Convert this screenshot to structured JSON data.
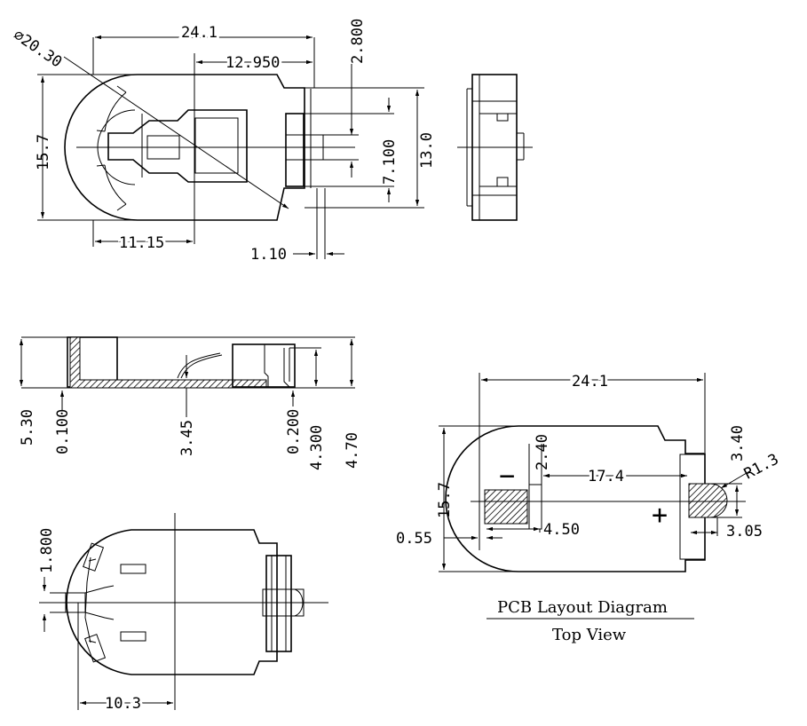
{
  "top_view": {
    "diameter": "⌀20.30",
    "width": "24.1",
    "offset": "12.950",
    "tab": "2.800",
    "height": "15.7",
    "inner": "7.100",
    "body": "13.0",
    "center": "11.15",
    "lead": "1.10"
  },
  "side_view": {
    "h_total": "5.30",
    "base": "0.100",
    "spring": "3.45",
    "clip": "0.200",
    "h_mid": "4.300",
    "h_right": "4.70"
  },
  "bottom_view": {
    "tab_h": "1.800",
    "center": "10.3"
  },
  "pcb_layout": {
    "width": "24.1",
    "height": "15.7",
    "pad_gap": "2.40",
    "span": "17.4",
    "pad_w": "4.50",
    "offset": "0.55",
    "right_h": "3.40",
    "radius": "R1.3",
    "right_w": "3.05",
    "minus": "−",
    "plus": "+",
    "caption": "PCB Layout Diagram",
    "subcaption": "Top View"
  }
}
